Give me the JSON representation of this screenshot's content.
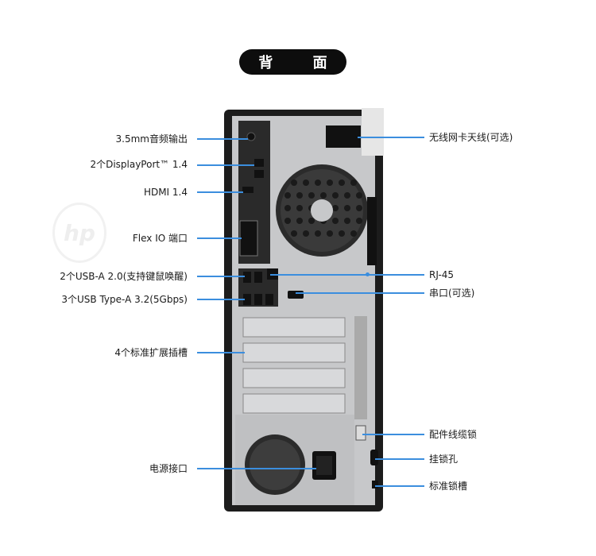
{
  "header": {
    "title": "背 面"
  },
  "watermark": {
    "logo": "hp-logo-icon"
  },
  "left_labels": [
    "3.5mm音频输出",
    "2个DisplayPort™ 1.4",
    "HDMI 1.4",
    "Flex IO 端口",
    "2个USB-A 2.0(支持键鼠唤醒)",
    "3个USB Type-A 3.2(5Gbps)",
    "4个标准扩展插槽",
    "电源接口"
  ],
  "right_labels": [
    "无线网卡天线(可选)",
    "RJ-45",
    "串口(可选)",
    "配件线缆锁",
    "挂锁孔",
    "标准锁槽"
  ],
  "colors": {
    "accent_line": "#3b8ede",
    "chassis": "#1c1c1c",
    "panel": "#c7c8ca",
    "pill": "#0d0d0d"
  }
}
